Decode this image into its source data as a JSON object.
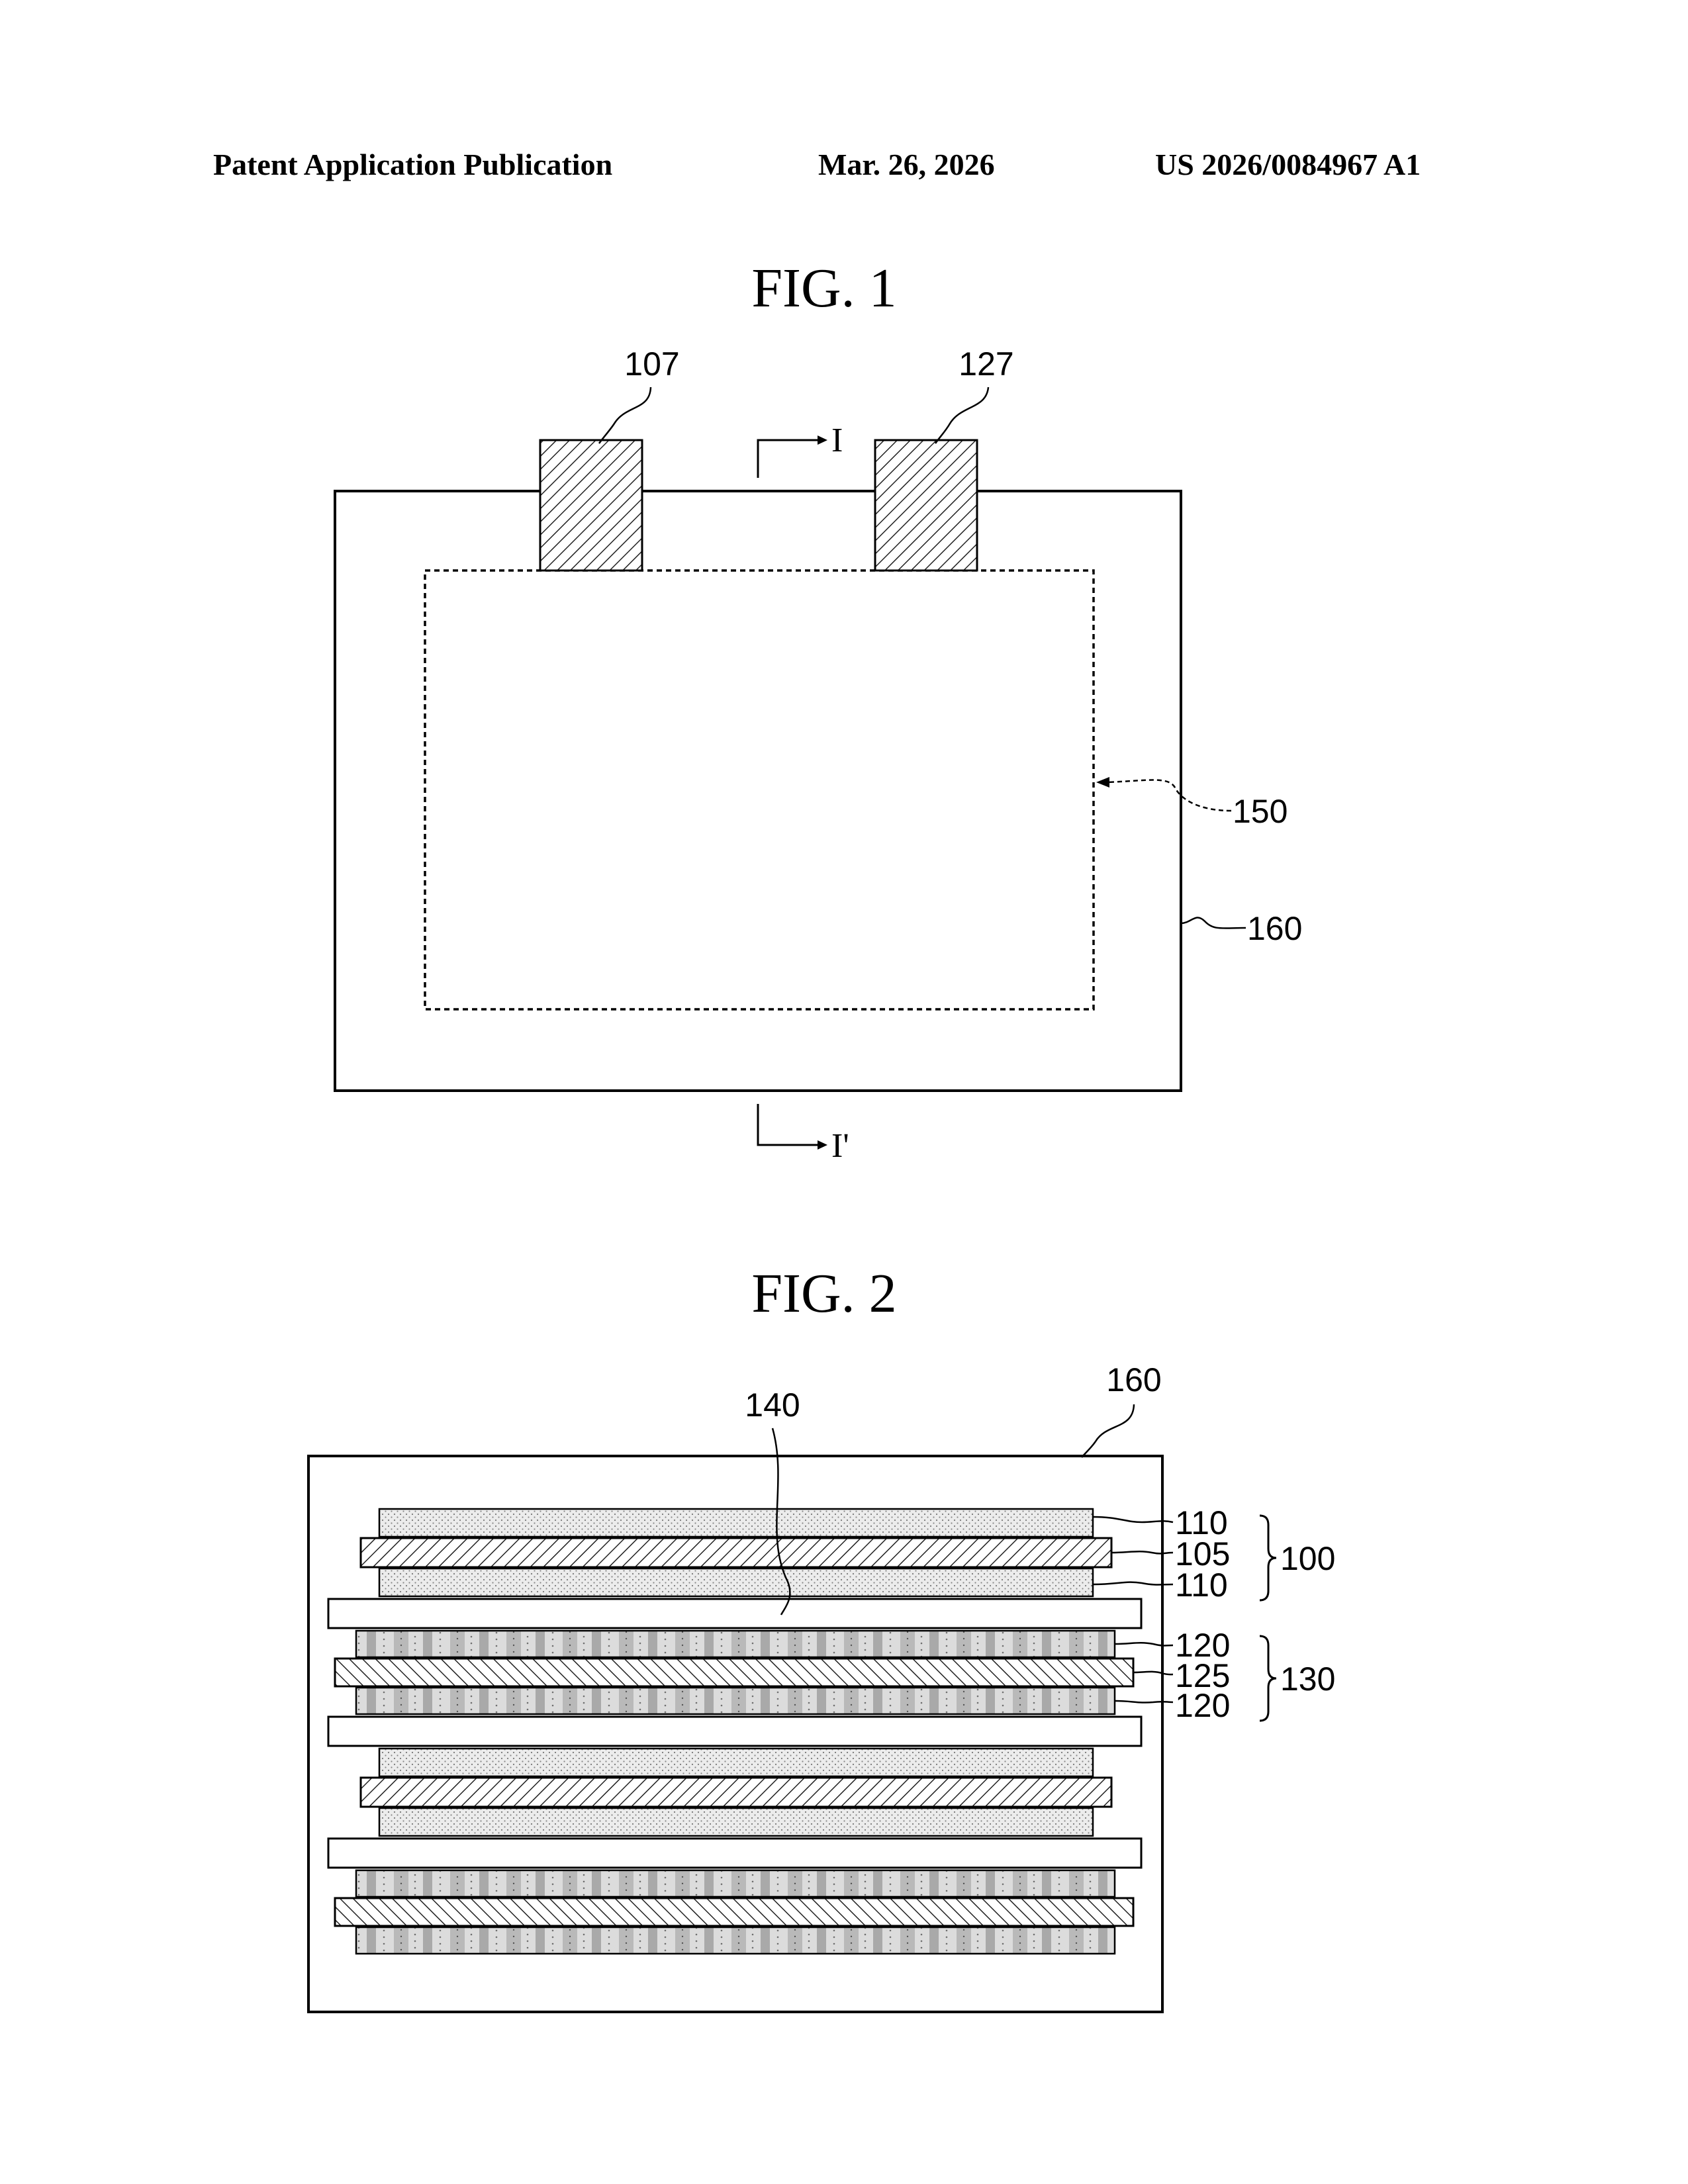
{
  "header": {
    "publication_label": "Patent Application Publication",
    "date": "Mar. 26, 2026",
    "publication_number": "US 2026/0084967 A1"
  },
  "fig1": {
    "title": "FIG. 1",
    "labels": {
      "tab_left": "107",
      "tab_right": "127",
      "electrode_assembly": "150",
      "case": "160",
      "section_start": "I",
      "section_end": "I'"
    }
  },
  "fig2": {
    "title": "FIG. 2",
    "labels": {
      "case": "160",
      "separator": "140",
      "cathode_active_top": "110",
      "cathode_collector": "105",
      "cathode_active_bottom": "110",
      "cathode": "100",
      "anode_active_top": "120",
      "anode_collector": "125",
      "anode_active_bottom": "120",
      "anode": "130"
    }
  }
}
